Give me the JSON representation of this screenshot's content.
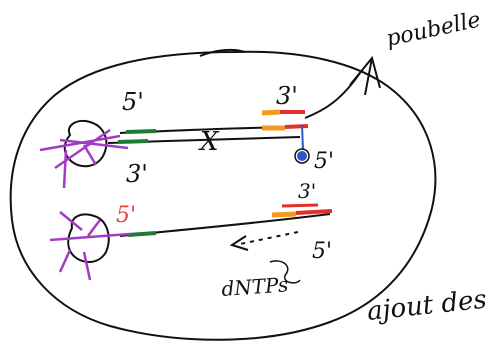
{
  "labels": {
    "poubelle": "poubelle",
    "ajout": "ajout des",
    "dntp": "dNTPs",
    "top_strand_5": "5'",
    "top_strand_3_right": "3'",
    "top_strand_3_left": "3'",
    "top_strand_5_right": "5'",
    "bottom_strand_5_left": "5'",
    "bottom_strand_3": "3'",
    "bottom_strand_5_right": "5'",
    "cut_mark": "X"
  },
  "colors": {
    "ink": "#111111",
    "primer_green": "#1f7a33",
    "probe_orange": "#f39a1e",
    "probe_red": "#e2312b",
    "virus_purple": "#a23cc4",
    "probe_blue": "#2b58c8",
    "red_label": "#e2473e"
  }
}
